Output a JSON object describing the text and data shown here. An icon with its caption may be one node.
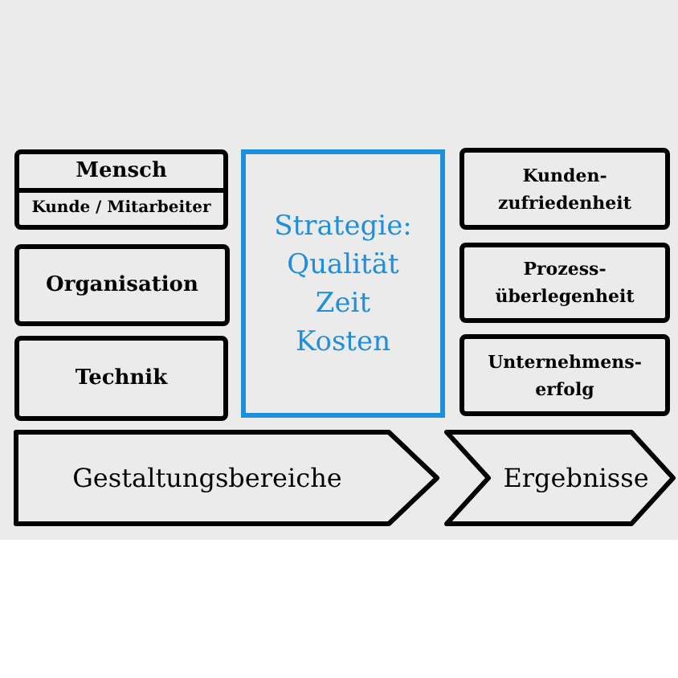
{
  "diagram": {
    "nodes": [
      {
        "text": [
          "Mensch",
          "Kunde / Mitarbeiter"
        ]
      },
      {
        "text": [
          "Organisation"
        ]
      },
      {
        "text": [
          "Technik"
        ]
      },
      {
        "text": [
          "Strategie:",
          "Qualität",
          "Zeit",
          "Kosten"
        ]
      },
      {
        "text": [
          "Kunden-zufriedenheit"
        ]
      },
      {
        "text": [
          "Prozess-überlegenheit"
        ]
      },
      {
        "text": [
          "Unternehmens-erfolg"
        ]
      },
      {
        "text": [
          "Gestaltungsbereiche"
        ]
      },
      {
        "text": [
          "Ergebnisse"
        ]
      }
    ]
  }
}
